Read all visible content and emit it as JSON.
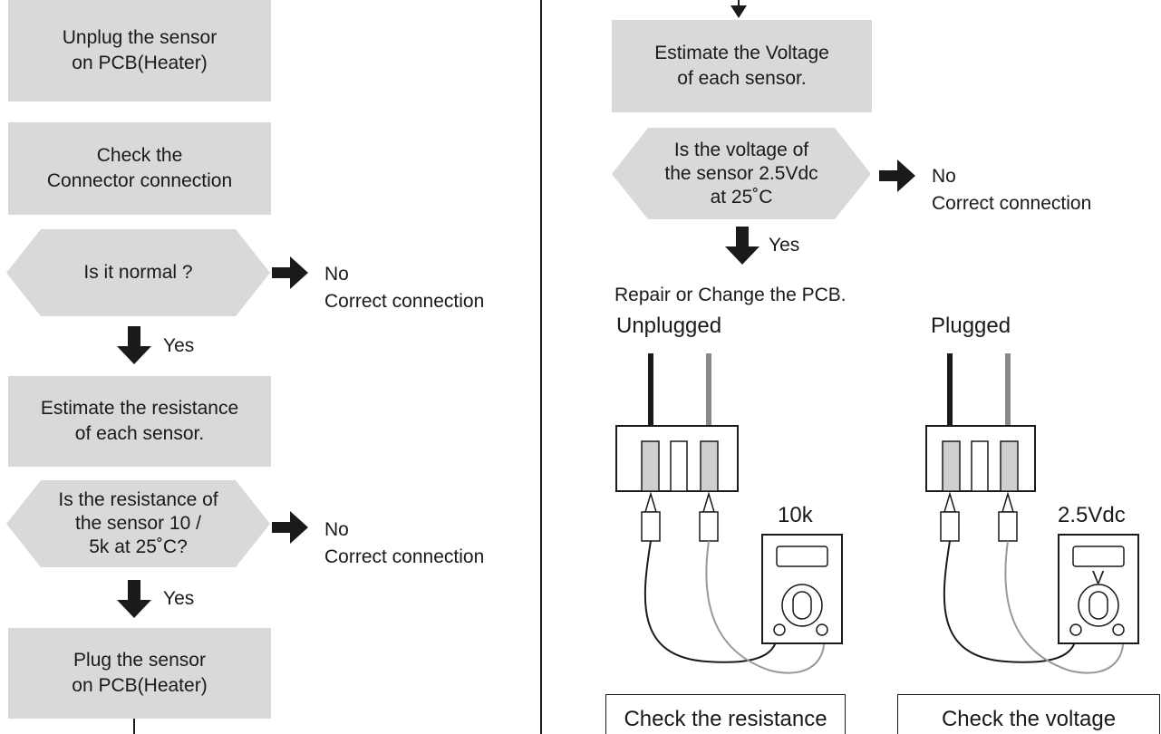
{
  "left": {
    "step1": "Unplug the sensor\non PCB(Heater)",
    "step2": "Check the\nConnector connection",
    "decision1": "Is it normal ?",
    "decision1_no": "No\nCorrect connection",
    "decision1_yes": "Yes",
    "step3": "Estimate the resistance\nof each sensor.",
    "decision2": "Is the resistance of\nthe sensor 10 /\n5k at 25˚C?",
    "decision2_no": "No\nCorrect connection",
    "decision2_yes": "Yes",
    "step4": "Plug the sensor\non PCB(Heater)"
  },
  "right": {
    "step1": "Estimate the Voltage\nof each sensor.",
    "decision1": "Is the voltage of\nthe sensor 2.5Vdc\nat 25˚C",
    "decision1_no": "No\nCorrect connection",
    "decision1_yes": "Yes",
    "step2": "Repair or Change the PCB.",
    "unplugged_label": "Unplugged",
    "plugged_label": "Plugged",
    "meter1_reading": "10k",
    "meter2_reading": "2.5Vdc",
    "meter2_mode": "V",
    "caption1": "Check the resistance",
    "caption2": "Check the voltage"
  }
}
